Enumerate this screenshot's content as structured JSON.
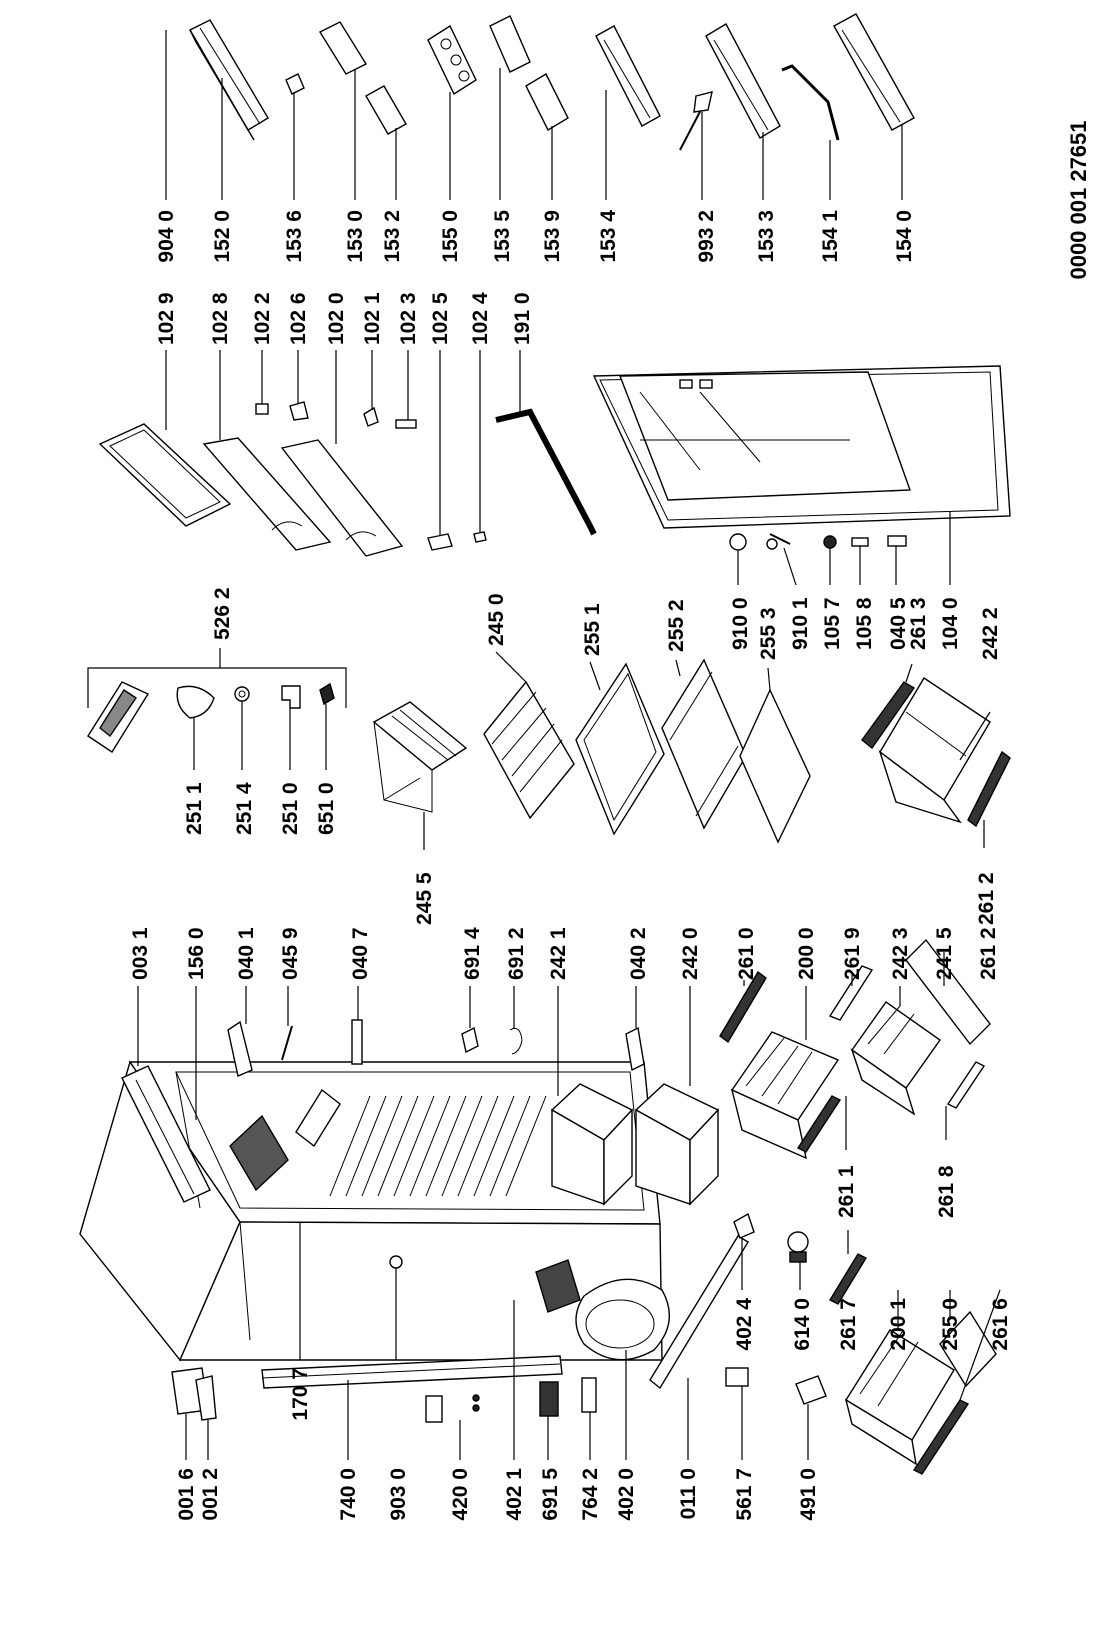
{
  "document_id": "0000 001 27651",
  "labels": {
    "p9040": "904 0",
    "p1520": "152 0",
    "p1536": "153 6",
    "p1530": "153 0",
    "p1532": "153 2",
    "p1550": "155 0",
    "p1535": "153 5",
    "p1539": "153 9",
    "p1534": "153 4",
    "p9932": "993 2",
    "p1533": "153 3",
    "p1541": "154 1",
    "p1540": "154 0",
    "p1029": "102 9",
    "p1028": "102 8",
    "p1022": "102 2",
    "p1026": "102 6",
    "p1020": "102 0",
    "p1021": "102 1",
    "p1023": "102 3",
    "p1025": "102 5",
    "p1024": "102 4",
    "p1910": "191 0",
    "p5262": "526 2",
    "p2450": "245 0",
    "p2551": "255 1",
    "p2552": "255 2",
    "p9100": "910 0",
    "p2553": "255 3",
    "p9101": "910 1",
    "p1057": "105 7",
    "p1058": "105 8",
    "p0405": "040 5",
    "p2613": "261 3",
    "p1040": "104 0",
    "p2422": "242 2",
    "p2511": "251 1",
    "p2514": "251 4",
    "p2510": "251 0",
    "p6510": "651 0",
    "p2455": "245 5",
    "p2612": "261 2",
    "p0031": "003 1",
    "p1560": "156 0",
    "p0401": "040 1",
    "p0459": "045 9",
    "p0407": "040 7",
    "p6914": "691 4",
    "p6912": "691 2",
    "p2421": "242 1",
    "p0402": "040 2",
    "p2420": "242 0",
    "p2610": "261 0",
    "p2000": "200 0",
    "p2619": "261 9",
    "p2423": "242 3",
    "p2415": "241 5",
    "p2611": "261 1",
    "p2618": "261 8",
    "p2617": "261 7",
    "p2001": "200 1",
    "p2550": "255 0",
    "p2616": "261 6",
    "p4024": "402 4",
    "p6140": "614 0",
    "p0016": "001 6",
    "p0012": "001 2",
    "p1707": "170 7",
    "p7400": "740 0",
    "p9030": "903 0",
    "p4200": "420 0",
    "p4021": "402 1",
    "p6915": "691 5",
    "p7642": "764 2",
    "p4020": "402 0",
    "p0110": "011 0",
    "p5617": "561 7",
    "p4910": "491 0"
  }
}
